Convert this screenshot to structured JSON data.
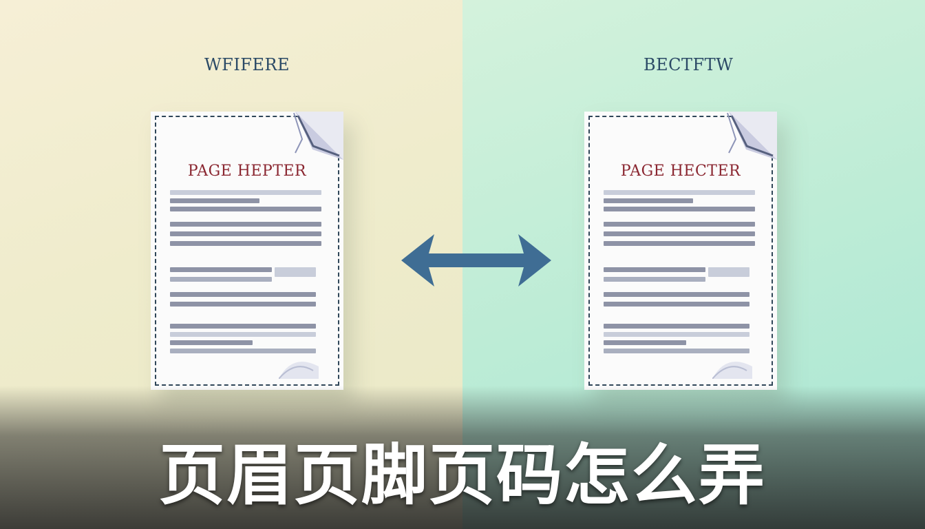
{
  "left_panel": {
    "label": "WFIFERE",
    "page_header": "PAGE HEPTER"
  },
  "right_panel": {
    "label": "BECTFTW",
    "page_header": "PAGE HECTER"
  },
  "title": "页眉页脚页码怎么弄",
  "colors": {
    "left_bg": "#efeccc",
    "right_bg": "#bdecd6",
    "arrow": "#3f6d94",
    "header_text": "#8a2630",
    "dash_border": "#2f4658"
  },
  "icons": [
    "double-arrow-icon",
    "page-curl-icon"
  ]
}
